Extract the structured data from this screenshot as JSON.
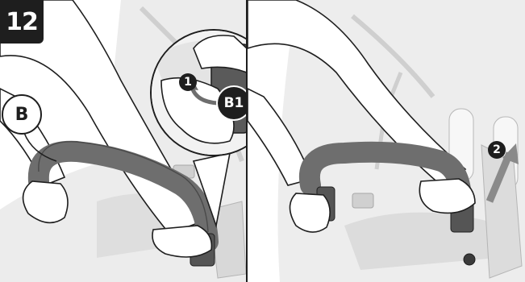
{
  "step": {
    "number": "12"
  },
  "labels": {
    "part_b": "B",
    "part_b1": "B1",
    "action_1": "1",
    "action_2": "2"
  },
  "colors": {
    "ink": "#1e1e1e",
    "bumper_bar": "#6e6e6e",
    "background_tint": "#e8e8e8",
    "arrow": "#8a8a8a"
  }
}
